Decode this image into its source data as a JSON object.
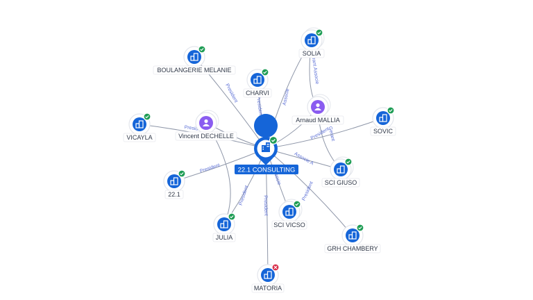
{
  "center": {
    "label": "22.1 CONSULTING",
    "icon": "building-icon"
  },
  "nodes": [
    {
      "id": "solia",
      "label": "SOLIA",
      "type": "company",
      "status": "active"
    },
    {
      "id": "boulangerie",
      "label": "BOULANGERIE MELANIE",
      "type": "company",
      "status": "active"
    },
    {
      "id": "charvi",
      "label": "CHARVI",
      "type": "company",
      "status": "active"
    },
    {
      "id": "arnaud",
      "label": "Arnaud MALLIA",
      "type": "person"
    },
    {
      "id": "vicayla",
      "label": "VICAYLA",
      "type": "company",
      "status": "active"
    },
    {
      "id": "vincent",
      "label": "Vincent DECHELLE",
      "type": "person"
    },
    {
      "id": "sovic",
      "label": "SOVIC",
      "type": "company",
      "status": "active"
    },
    {
      "id": "n221",
      "label": "22.1",
      "type": "company",
      "status": "active"
    },
    {
      "id": "scigiuso",
      "label": "SCI GIUSO",
      "type": "company",
      "status": "active"
    },
    {
      "id": "julia",
      "label": "JULIA",
      "type": "company",
      "status": "active"
    },
    {
      "id": "scivicso",
      "label": "SCI VICSO",
      "type": "company",
      "status": "active"
    },
    {
      "id": "grh",
      "label": "GRH CHAMBERY",
      "type": "company",
      "status": "active"
    },
    {
      "id": "matoria",
      "label": "MATORIA",
      "type": "company",
      "status": "inactive"
    }
  ],
  "edge_labels": {
    "president": "President",
    "associe": "Associe",
    "gerant": "Gerant",
    "gerant_associe": "Gerant Associe",
    "associe_ab": "Associe A"
  },
  "colors": {
    "company": "#1565d8",
    "person": "#8a5cf0",
    "active_badge": "#1f9d55",
    "inactive_badge": "#d8304b",
    "edge": "#8e96a8",
    "edge_label": "#5b6fd6"
  }
}
